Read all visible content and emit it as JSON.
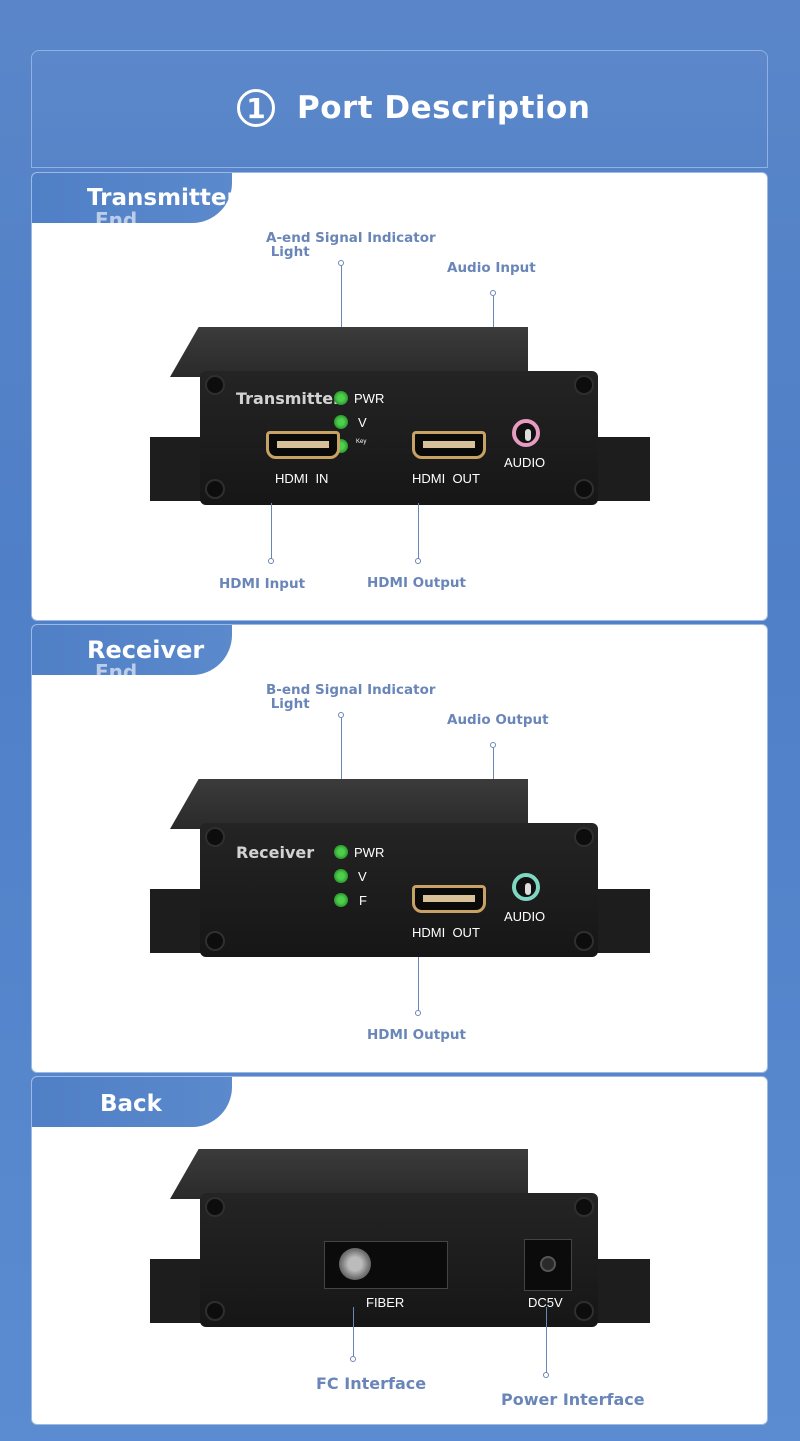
{
  "header": {
    "number": "1",
    "title": "Port Description"
  },
  "sections": {
    "transmitter": {
      "tab": "Transmitter",
      "tab_line2": "End",
      "labels": {
        "indicator": "A-end Signal Indicator\n Light",
        "audio": "Audio Input",
        "hdmi_in": "HDMI Input",
        "hdmi_out": "HDMI Output"
      },
      "device": {
        "brand": "Transmitter",
        "led_pwr": "PWR",
        "led_v": "V",
        "led_small": "Key",
        "port_hdmi_in": "HDMI  IN",
        "port_hdmi_out": "HDMI  OUT",
        "port_audio": "AUDIO"
      }
    },
    "receiver": {
      "tab": "Receiver",
      "tab_line2": "End",
      "labels": {
        "indicator": "B-end Signal Indicator\n Light",
        "audio": "Audio Output",
        "hdmi_out": "HDMI Output"
      },
      "device": {
        "brand": "Receiver",
        "led_pwr": "PWR",
        "led_v": "V",
        "led_f": "F",
        "port_hdmi_out": "HDMI  OUT",
        "port_audio": "AUDIO"
      }
    },
    "back": {
      "tab": "Back",
      "labels": {
        "fc": "FC Interface",
        "power": "Power Interface"
      },
      "device": {
        "port_fiber": "FIBER",
        "port_dc": "DC5V"
      }
    }
  },
  "colors": {
    "accent": "#5a86c9",
    "label": "#6a86b8",
    "hdmi_gold": "#c8a265",
    "led_green": "#4dd14d",
    "audio_pink": "#e79bc0",
    "audio_teal": "#7fd6c2"
  }
}
